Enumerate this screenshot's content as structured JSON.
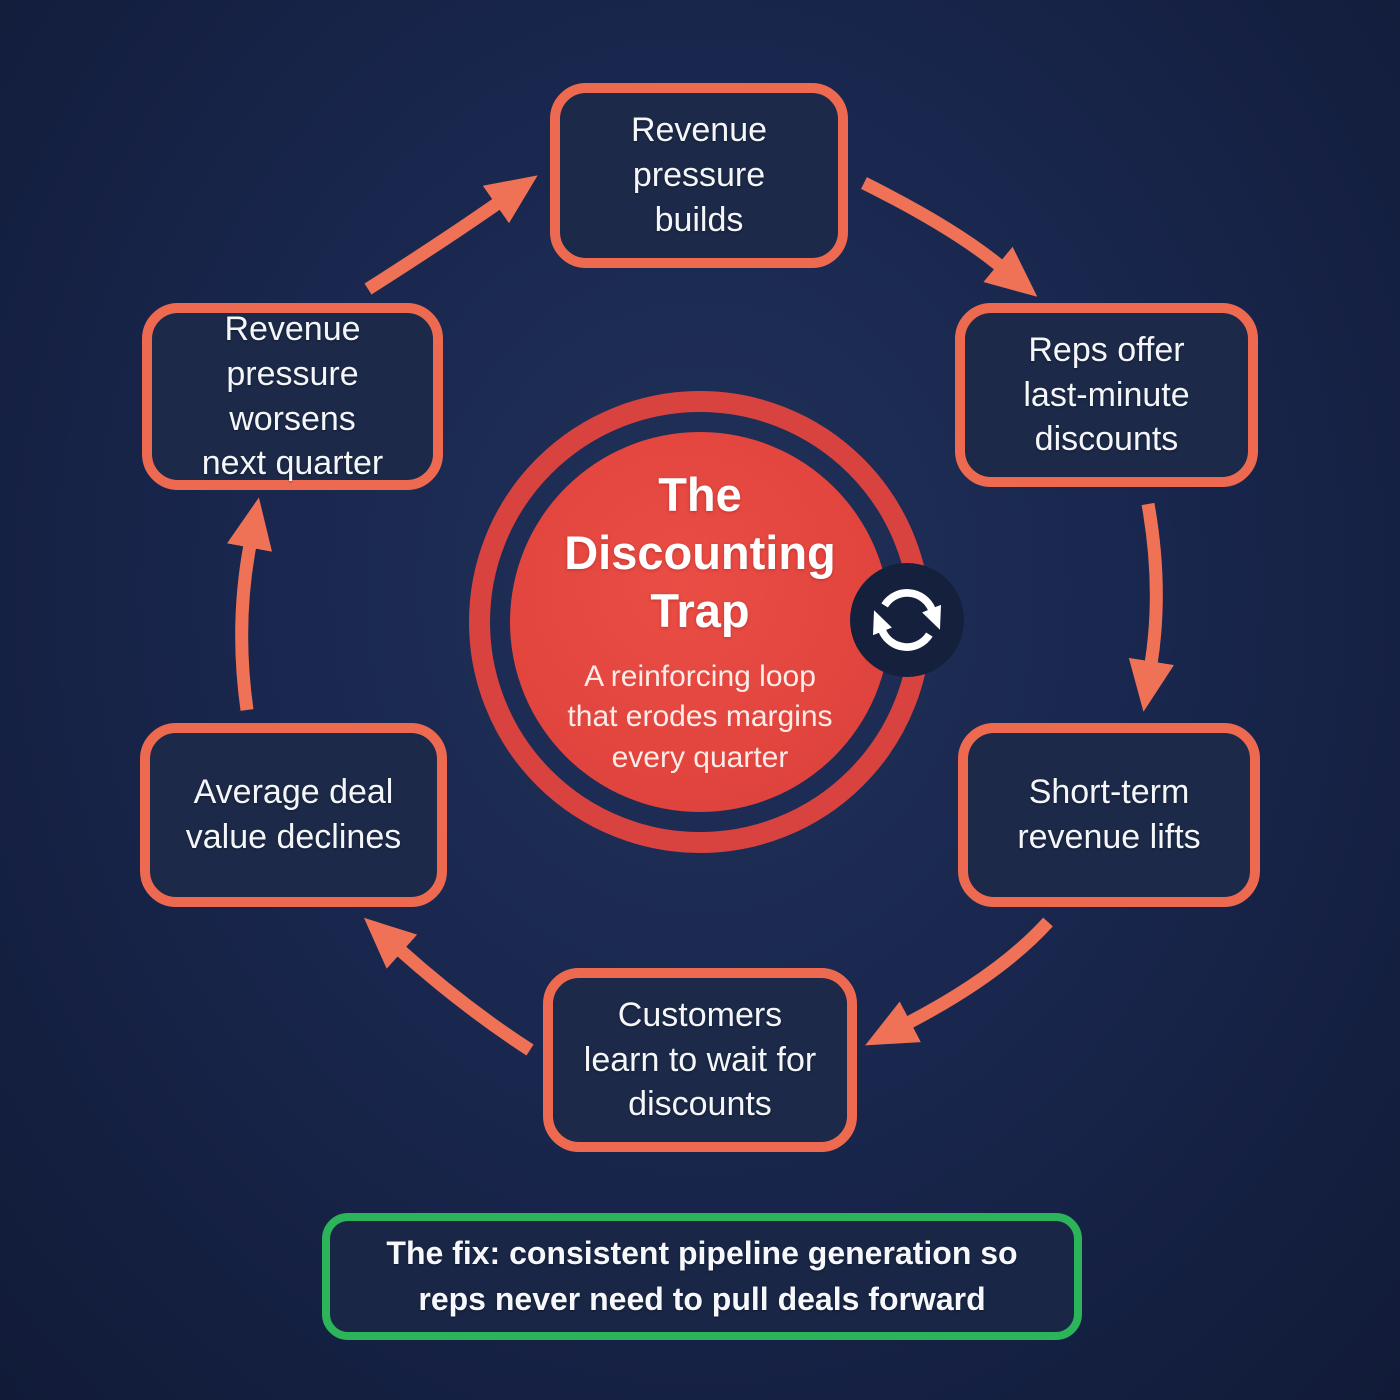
{
  "diagram": {
    "center": {
      "title": "The\nDiscounting\nTrap",
      "subtitle": "A reinforcing loop\nthat erodes margins\nevery quarter",
      "icon": "cycle-arrows-icon"
    },
    "nodes": [
      {
        "position": "top",
        "label": "Revenue\npressure\nbuilds"
      },
      {
        "position": "top-right",
        "label": "Reps offer\nlast-minute\ndiscounts"
      },
      {
        "position": "bottom-right",
        "label": "Short-term\nrevenue lifts"
      },
      {
        "position": "bottom",
        "label": "Customers\nlearn to wait for\ndiscounts"
      },
      {
        "position": "bottom-left",
        "label": "Average deal\nvalue declines"
      },
      {
        "position": "top-left",
        "label": "Revenue\npressure worsens\nnext quarter"
      }
    ],
    "flow_direction": "clockwise",
    "fix": {
      "label": "The fix: consistent pipeline generation so\nreps never need to pull deals forward"
    }
  },
  "colors": {
    "background": "#16224a",
    "node_fill": "#1c2948",
    "node_border": "#ed6a50",
    "arrow": "#ef7257",
    "center_fill": "#e2453e",
    "center_ring": "#d84340",
    "fix_border": "#2cb45a",
    "text": "#f4f6fa",
    "icon": "#ffffff"
  }
}
